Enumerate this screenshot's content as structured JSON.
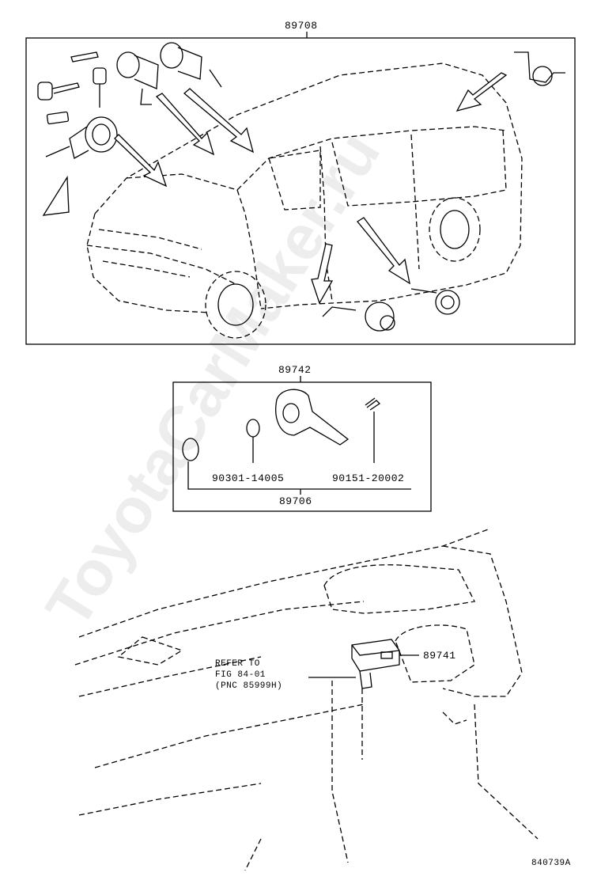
{
  "diagram": {
    "watermark": "ToyotaCarMaker.ru",
    "figure_code": "840739A",
    "top_group": {
      "part_number": "89708"
    },
    "key_group": {
      "part_number": "89742",
      "sub_assembly": "89706",
      "parts": [
        {
          "part_number": "90301-14005"
        },
        {
          "part_number": "90151-20002"
        }
      ]
    },
    "bottom_group": {
      "part_number": "89741",
      "reference_note": {
        "line1": "REFER TO",
        "line2": "FIG 84-01",
        "line3": "(PNC 85999H)"
      }
    }
  }
}
